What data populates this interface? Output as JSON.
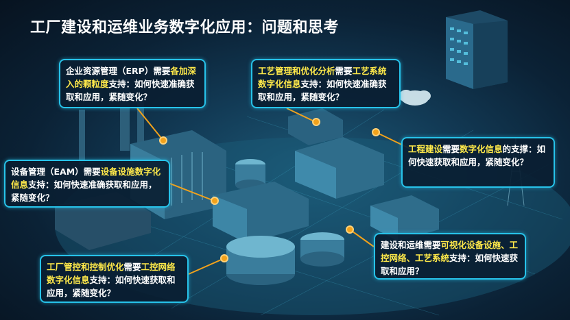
{
  "title": "工厂建设和运维业务数字化应用：问题和思考",
  "colors": {
    "accent": "#27c3ea",
    "highlight": "#ffe94a",
    "connector": "#f2a21b"
  },
  "cards": [
    {
      "id": "erp",
      "p1": "企业资源管理（ERP）需要",
      "h1": "各加深入的颗粒度",
      "p2": "支持：如何快速准确获取和应用，紧随变化？"
    },
    {
      "id": "process",
      "p1": "",
      "h1": "工艺管理和优化分析",
      "p2": "需要",
      "h2": "工艺系统数字化信息",
      "p3": "支持：如何快速准确获取和应用，紧随变化？"
    },
    {
      "id": "eng",
      "p1": "",
      "h1": "工程建设",
      "p2": "需要",
      "h2": "数字化信息",
      "p3": "的支撑：如何快速获取和应用，紧随变化？"
    },
    {
      "id": "eam",
      "p1": "设备管理（EAM）需要",
      "h1": "设备设施数字化信息",
      "p2": "支持：如何快速准确获取和应用，紧随变化？"
    },
    {
      "id": "om",
      "p1": "建设和运维需要",
      "h1": "可视化设备设施、工控网络、工艺系统",
      "p2": "支持：如何快速获取和应用？"
    },
    {
      "id": "ics",
      "p1": "",
      "h1": "工厂管控和控制优化",
      "p2": "需要",
      "h2": "工控网络数字化信息",
      "p3": "支持：如何快速获取和应用，紧随变化？"
    }
  ]
}
